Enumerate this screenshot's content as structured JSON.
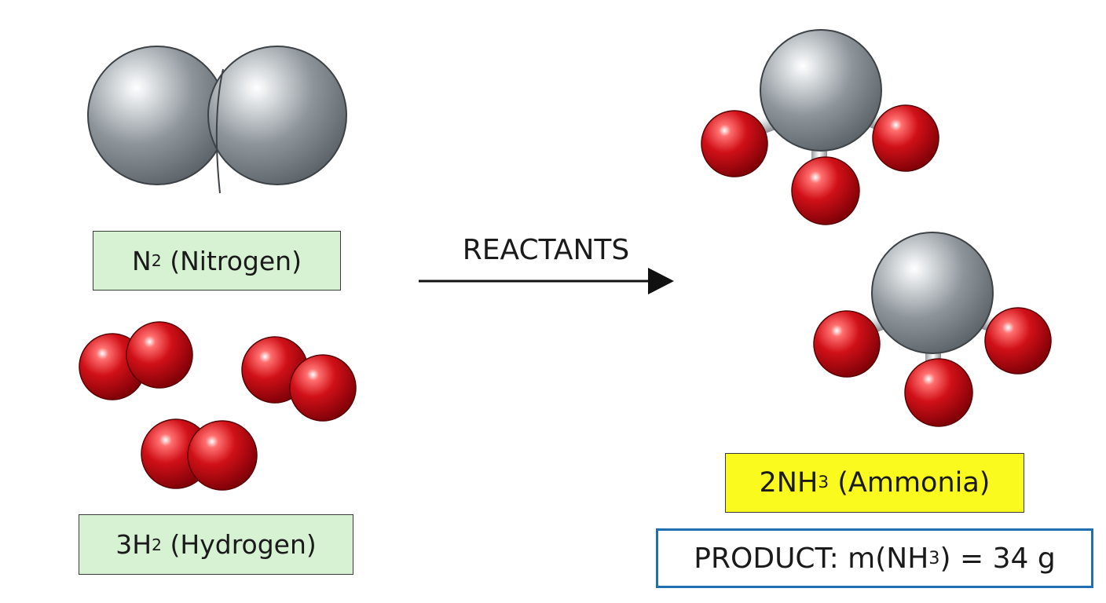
{
  "reactants": {
    "nitrogen": {
      "prefix": "N",
      "subscript": "2",
      "suffix": " (Nitrogen)"
    },
    "hydrogen": {
      "prefix": "3H",
      "subscript": "2",
      "suffix": " (Hydrogen)"
    }
  },
  "arrow": {
    "label": "REACTANTS"
  },
  "products": {
    "ammonia": {
      "prefix": "2NH",
      "subscript": "3",
      "suffix": " (Ammonia)"
    },
    "mass": {
      "prefix": "PRODUCT: m(NH",
      "subscript": "3",
      "suffix": ") = 34 g"
    }
  },
  "colors": {
    "nitrogen_atom": "#8b9298",
    "hydrogen_atom": "#c8101a",
    "label_green": "#d6f2d3",
    "label_yellow": "#fbfa1e",
    "box_blue": "#1f6fb5"
  },
  "icons": {
    "nitrogen_molecule": "diatomic-nitrogen-icon",
    "hydrogen_molecule": "diatomic-hydrogen-icon",
    "ammonia_molecule": "ammonia-molecule-icon",
    "reaction_arrow": "right-arrow-icon"
  }
}
